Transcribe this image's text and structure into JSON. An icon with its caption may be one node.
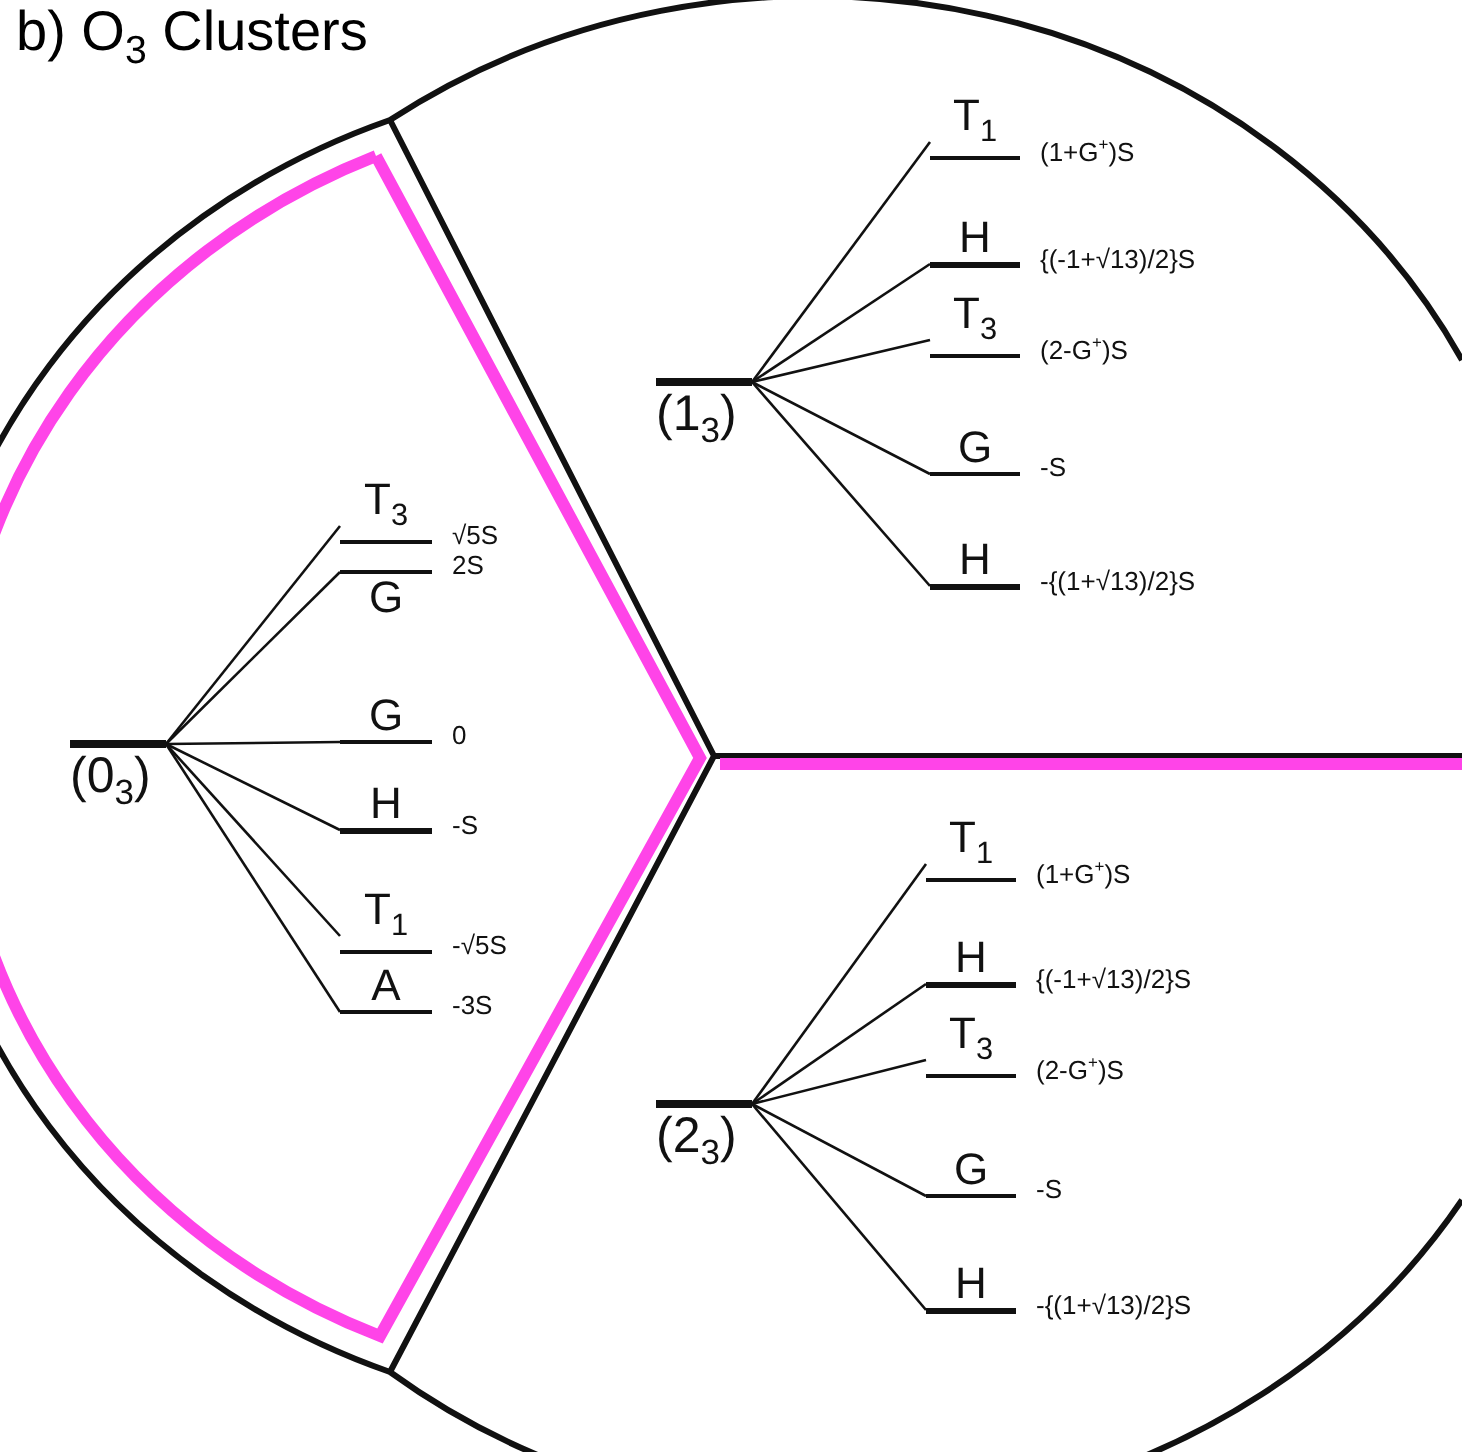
{
  "diagram": {
    "title": "b) O$_{3}$ Clusters",
    "nodes": [
      {
        "text": [
          "(0$_{3}$)"
        ]
      },
      {
        "text": [
          "T$_{3}$"
        ],
        "beside": [
          "√5S"
        ]
      },
      {
        "text": [
          "G"
        ],
        "beside": [
          "2S"
        ]
      },
      {
        "text": [
          "G"
        ],
        "beside": [
          "0"
        ]
      },
      {
        "text": [
          "H"
        ],
        "beside": [
          "-S"
        ]
      },
      {
        "text": [
          "T$_{1}$"
        ],
        "beside": [
          "-√5S"
        ]
      },
      {
        "text": [
          "A"
        ],
        "beside": [
          "-3S"
        ]
      },
      {
        "text": [
          "(1$_{3}$)"
        ]
      },
      {
        "text": [
          "T$_{1}$"
        ],
        "beside": [
          "(1+G$^{+}$)S"
        ]
      },
      {
        "text": [
          "H"
        ],
        "beside": [
          "{(-1+√13)/2}S"
        ]
      },
      {
        "text": [
          "T$_{3}$"
        ],
        "beside": [
          "(2-G$^{+}$)S"
        ]
      },
      {
        "text": [
          "G"
        ],
        "beside": [
          "-S"
        ]
      },
      {
        "text": [
          "H"
        ],
        "beside": [
          "-{(1+√13)/2}S"
        ]
      },
      {
        "text": [
          "(2$_{3}$)"
        ]
      },
      {
        "text": [
          "T$_{1}$"
        ],
        "beside": [
          "(1+G$^{+}$)S"
        ]
      },
      {
        "text": [
          "H"
        ],
        "beside": [
          "{(-1+√13)/2}S"
        ]
      },
      {
        "text": [
          "T$_{3}$"
        ],
        "beside": [
          "(2-G$^{+}$)S"
        ]
      },
      {
        "text": [
          "G"
        ],
        "beside": [
          "-S"
        ]
      },
      {
        "text": [
          "H"
        ],
        "beside": [
          "-{(1+√13)/2}S"
        ]
      }
    ],
    "edges": [
      {
        "from": 0,
        "to": 1,
        "arrow": "none"
      },
      {
        "from": 0,
        "to": 2,
        "arrow": "none"
      },
      {
        "from": 0,
        "to": 3,
        "arrow": "none"
      },
      {
        "from": 0,
        "to": 4,
        "arrow": "none"
      },
      {
        "from": 0,
        "to": 5,
        "arrow": "none"
      },
      {
        "from": 0,
        "to": 6,
        "arrow": "none"
      },
      {
        "from": 7,
        "to": 8,
        "arrow": "none"
      },
      {
        "from": 7,
        "to": 9,
        "arrow": "none"
      },
      {
        "from": 7,
        "to": 10,
        "arrow": "none"
      },
      {
        "from": 7,
        "to": 11,
        "arrow": "none"
      },
      {
        "from": 7,
        "to": 12,
        "arrow": "none"
      },
      {
        "from": 13,
        "to": 14,
        "arrow": "none"
      },
      {
        "from": 13,
        "to": 15,
        "arrow": "none"
      },
      {
        "from": 13,
        "to": 16,
        "arrow": "none"
      },
      {
        "from": 13,
        "to": 17,
        "arrow": "none"
      },
      {
        "from": 13,
        "to": 18,
        "arrow": "none"
      }
    ]
  }
}
